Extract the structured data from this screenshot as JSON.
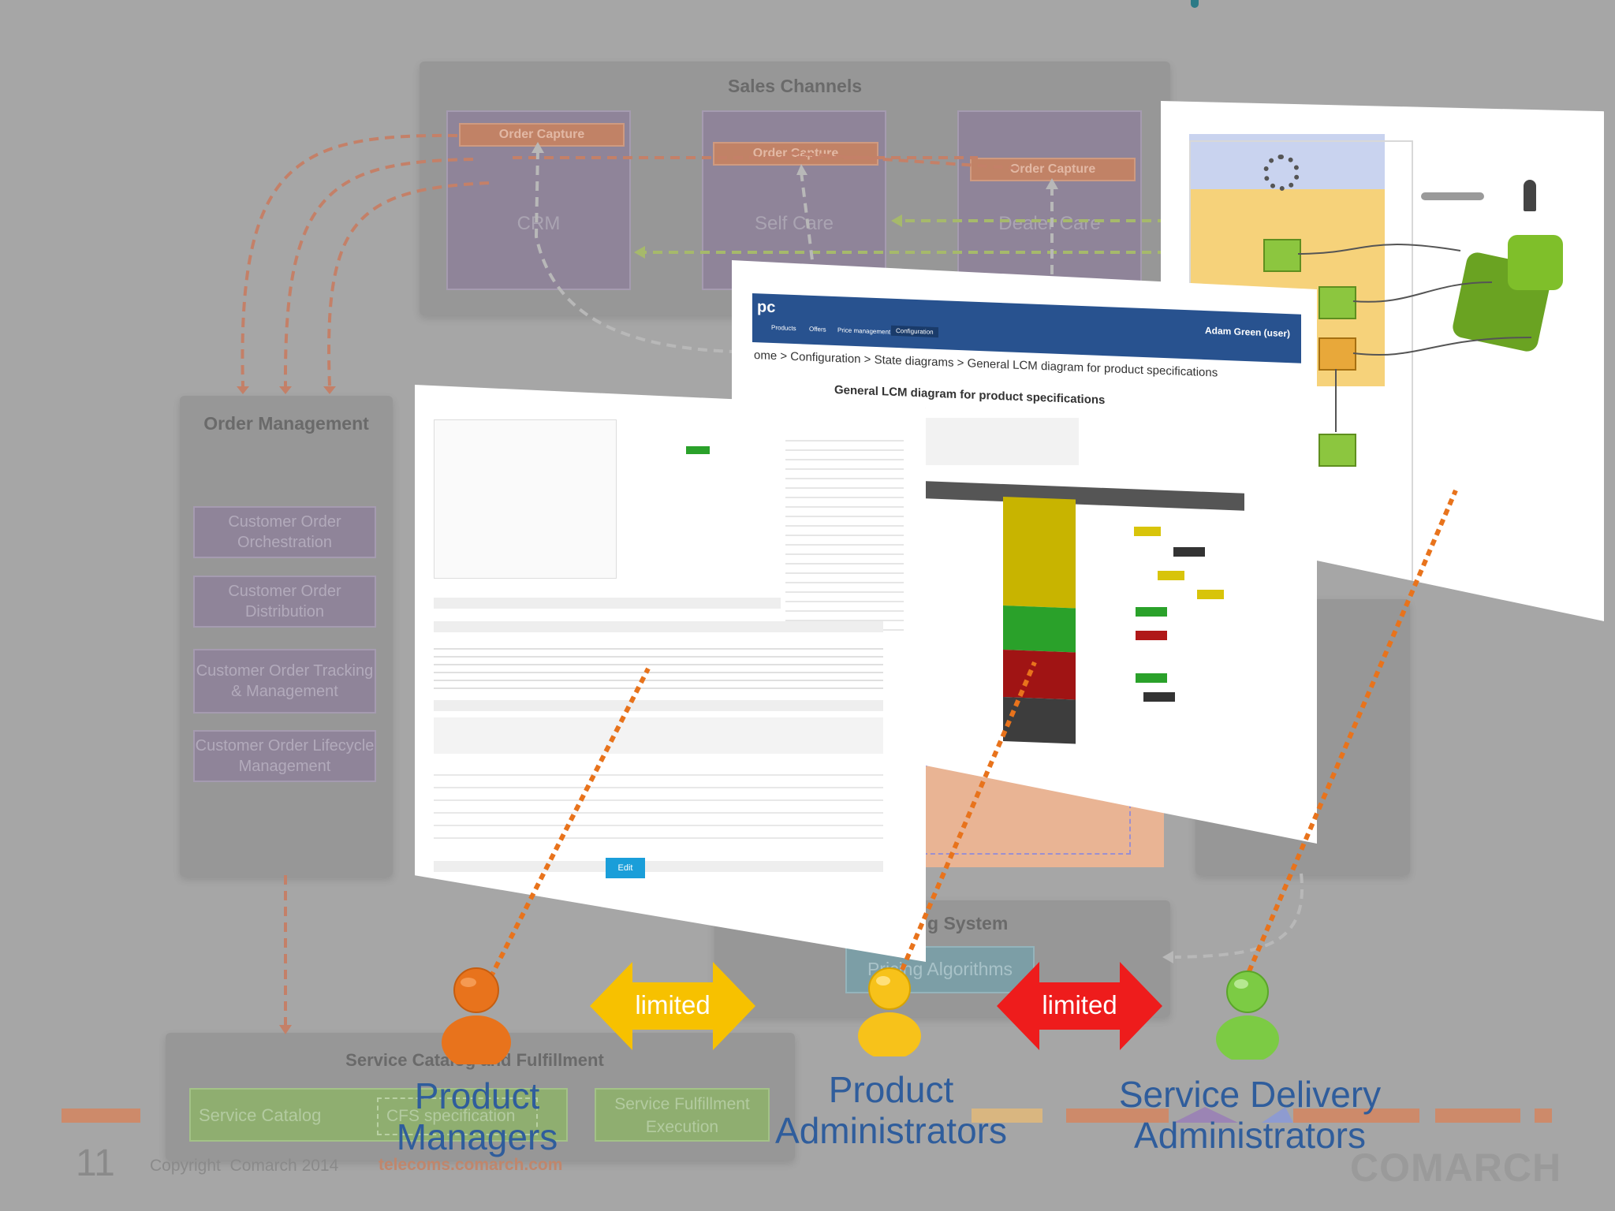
{
  "sales_channels": {
    "title": "Sales Channels",
    "channels": [
      {
        "label": "CRM",
        "tag": "Order Capture"
      },
      {
        "label": "Self Care",
        "tag": "Order Capture"
      },
      {
        "label": "Dealer Care",
        "tag": "Order Capture"
      }
    ]
  },
  "order_management": {
    "title": "Order Management",
    "items": [
      "Customer Order Orchestration",
      "Customer Order Distribution",
      "Customer Order Tracking & Management",
      "Customer Order Lifecycle Management"
    ]
  },
  "charging": {
    "title_fragment": "g System",
    "box_label": "Pricing Algorithms"
  },
  "service_catalog": {
    "title": "Service Catalog and Fulfillment",
    "catalog": "Service Catalog",
    "cfs": "CFS specification",
    "fulfillment": "Service Fulfillment Execution"
  },
  "screenshots": {
    "lcm_breadcrumb": "ome > Configuration > State diagrams > General LCM diagram for product specifications",
    "lcm_heading": "General LCM diagram for product specifications",
    "lcm_user": "Adam Green (user)",
    "lcm_tabs": [
      "Products",
      "Offers",
      "Price management",
      "Configuration"
    ],
    "spec_button": "Edit"
  },
  "roles": [
    {
      "label": "Product Managers",
      "color": "#e8731c"
    },
    {
      "label": "Product Administrators",
      "color": "#f7c21a"
    },
    {
      "label": "Service Delivery Administrators",
      "color": "#7ccb44"
    }
  ],
  "arrows": [
    {
      "label": "limited",
      "color": "#f7c100"
    },
    {
      "label": "limited",
      "color": "#ee1c1c"
    }
  ],
  "footer": {
    "page_number": "11",
    "copyright": "Copyright  Comarch 2014",
    "url": "telecoms.comarch.com",
    "logo": "COMARCH"
  }
}
